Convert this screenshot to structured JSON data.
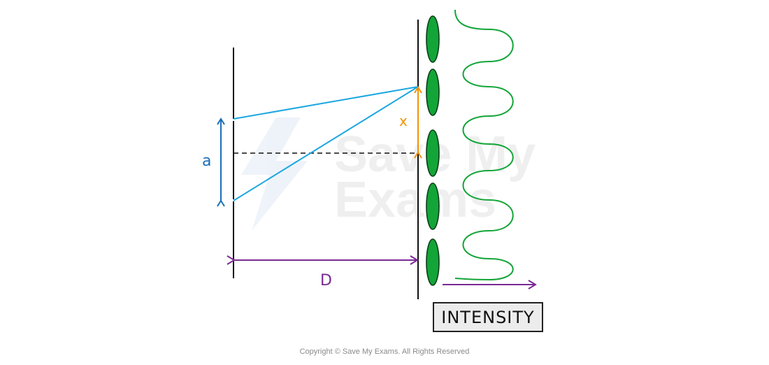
{
  "labels": {
    "slit_separation": "a",
    "fringe_distance": "x",
    "screen_distance": "D",
    "intensity": "INTENSITY"
  },
  "watermark": {
    "line1": "Save My",
    "line2": "Exams"
  },
  "footer": {
    "copyright": "Copyright © Save My Exams. All Rights Reserved"
  },
  "colors": {
    "slits_and_screen": "#111111",
    "light_paths": "#1ba7e0",
    "slit_separation_arrow": "#1a6fb8",
    "fringe_arrow": "#f39200",
    "distance_arrow": "#7a2a93",
    "fringes_fill": "#13a538",
    "fringes_stroke": "#0a3d18",
    "intensity_curve": "#13a538",
    "intensity_axis": "#7a2a93"
  },
  "fringes": {
    "count": 5
  }
}
